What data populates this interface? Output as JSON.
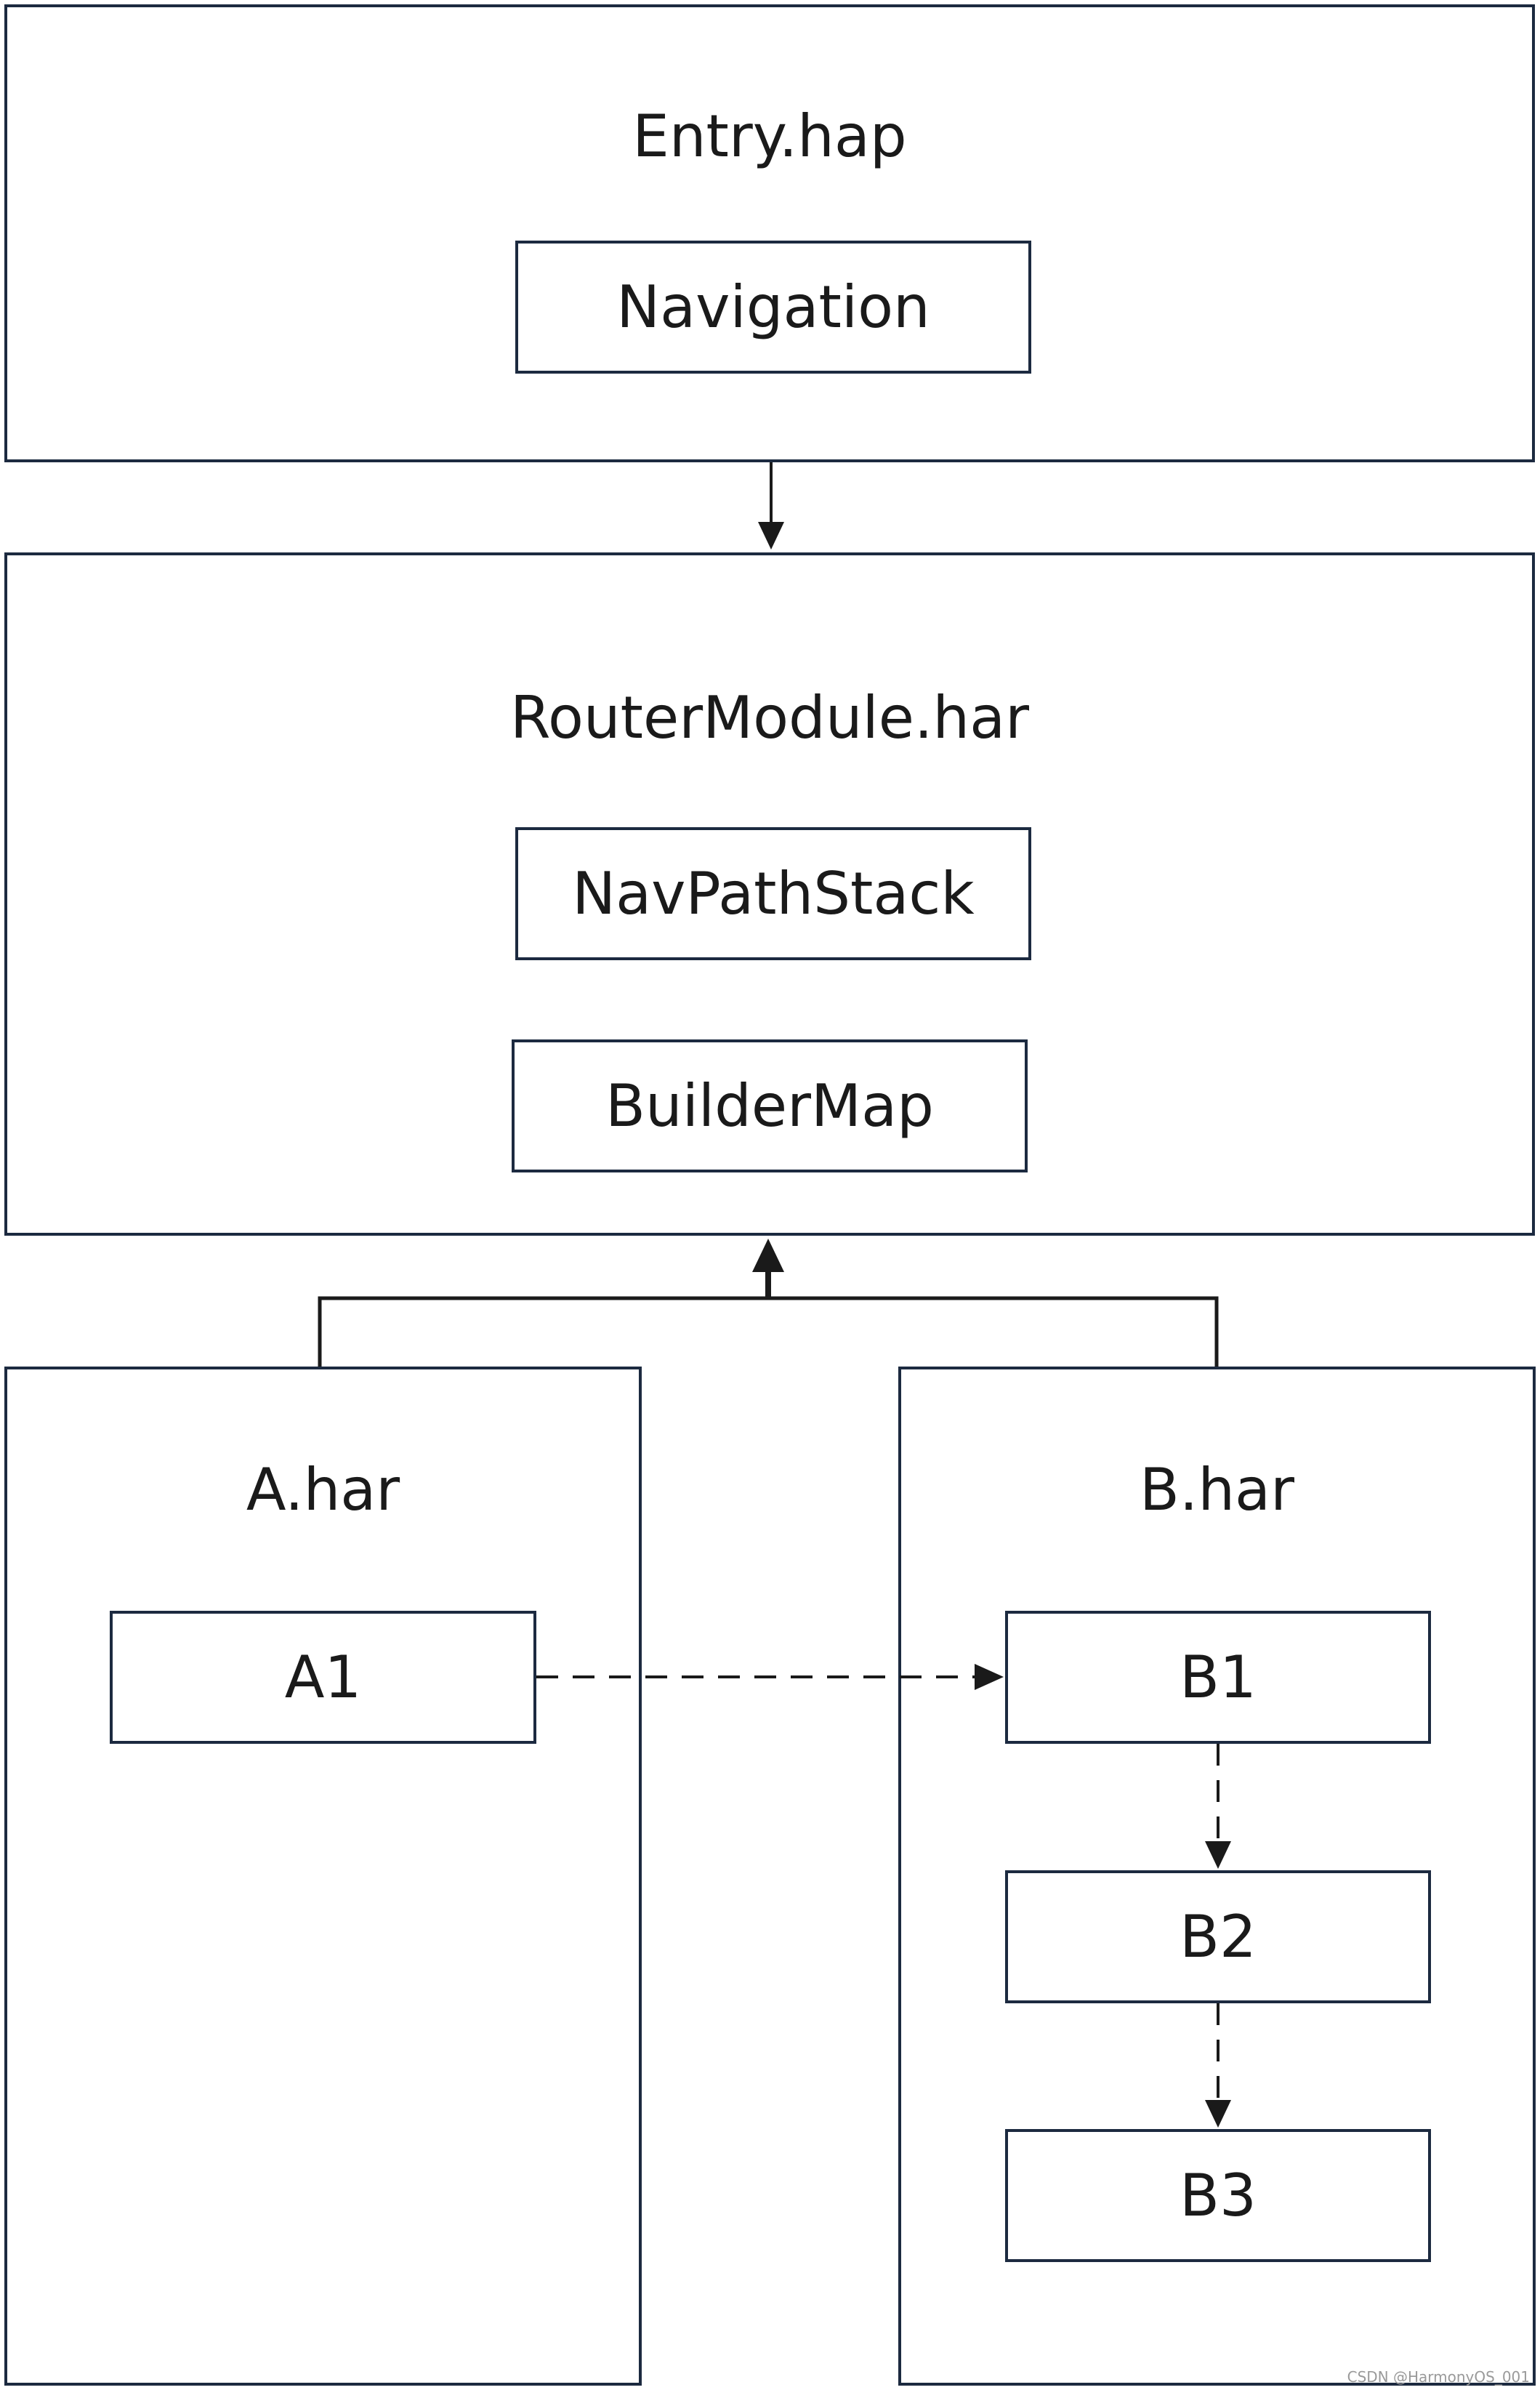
{
  "modules": {
    "entry": {
      "title": "Entry.hap",
      "nodes": {
        "navigation": "Navigation"
      }
    },
    "router": {
      "title": "RouterModule.har",
      "nodes": {
        "nav_path_stack": "NavPathStack",
        "builder_map": "BuilderMap"
      }
    },
    "a": {
      "title": "A.har",
      "nodes": {
        "a1": "A1"
      }
    },
    "b": {
      "title": "B.har",
      "nodes": {
        "b1": "B1",
        "b2": "B2",
        "b3": "B3"
      }
    }
  },
  "colors": {
    "border": "#1c2a40",
    "line": "#1a1a1a"
  },
  "watermark": "CSDN @HarmonyOS_001"
}
